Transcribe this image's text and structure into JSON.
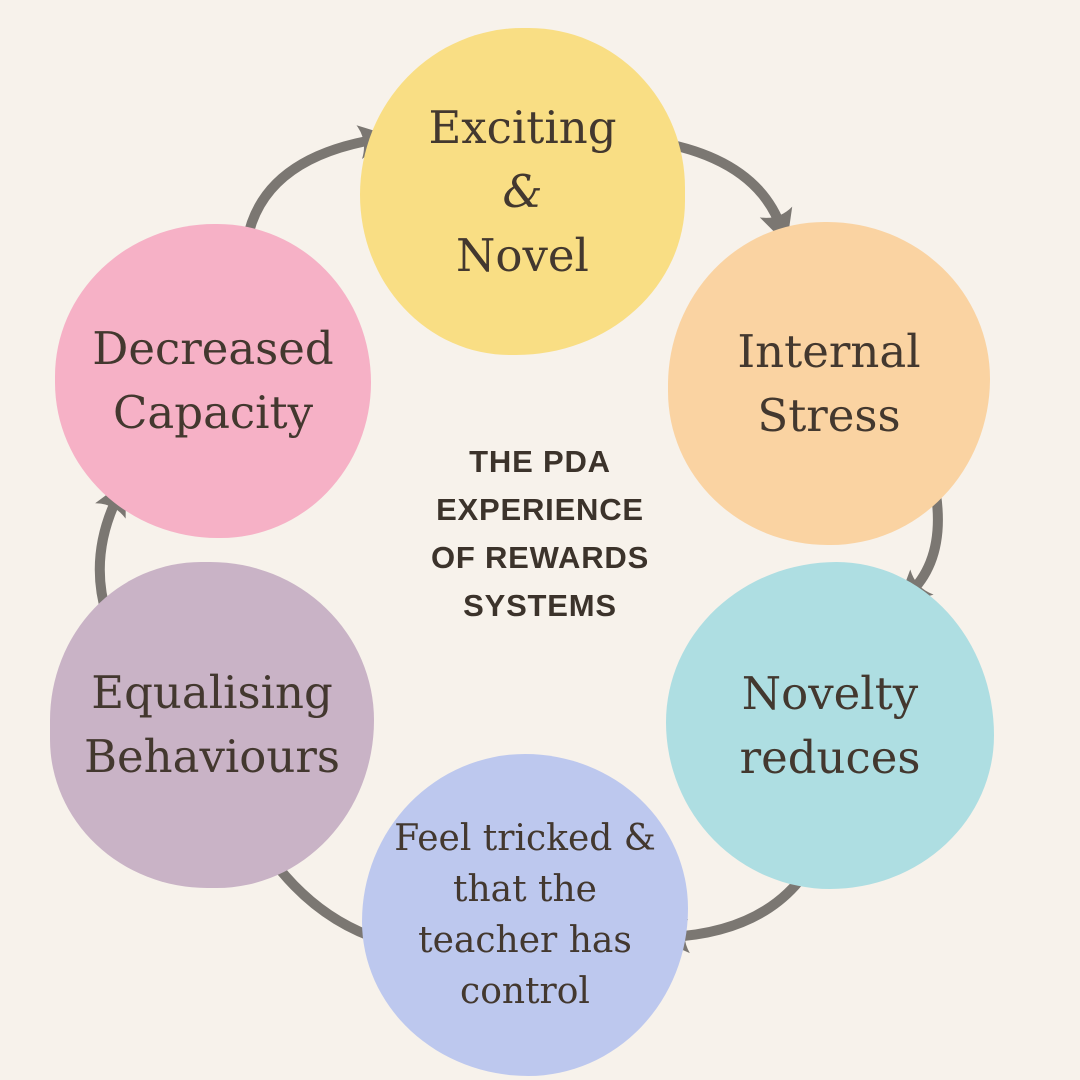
{
  "background_color": "#F7F2EB",
  "title": {
    "lines": [
      "THE PDA",
      "EXPERIENCE",
      "OF REWARDS",
      "SYSTEMS"
    ],
    "color": "#3C332B"
  },
  "cycle": {
    "direction": "clockwise",
    "text_color": "#43382F",
    "arrow_color": "#7B7772",
    "nodes": [
      {
        "id": "exciting-novel",
        "position": "top",
        "color": "#F9DE84",
        "lines": [
          "Exciting",
          "&",
          "Novel"
        ]
      },
      {
        "id": "internal-stress",
        "position": "top-right",
        "color": "#FAD3A2",
        "lines": [
          "Internal",
          "Stress"
        ]
      },
      {
        "id": "novelty-reduces",
        "position": "bottom-right",
        "color": "#AEDEE2",
        "lines": [
          "Novelty",
          "reduces"
        ]
      },
      {
        "id": "feel-tricked",
        "position": "bottom",
        "color": "#BDC8EE",
        "lines": [
          "Feel tricked &",
          "that the",
          "teacher has",
          "control"
        ]
      },
      {
        "id": "equalising-behaviours",
        "position": "bottom-left",
        "color": "#C9B3C6",
        "lines": [
          "Equalising",
          "Behaviours"
        ]
      },
      {
        "id": "decreased-capacity",
        "position": "top-left",
        "color": "#F6B1C6",
        "lines": [
          "Decreased",
          "Capacity"
        ]
      }
    ]
  }
}
